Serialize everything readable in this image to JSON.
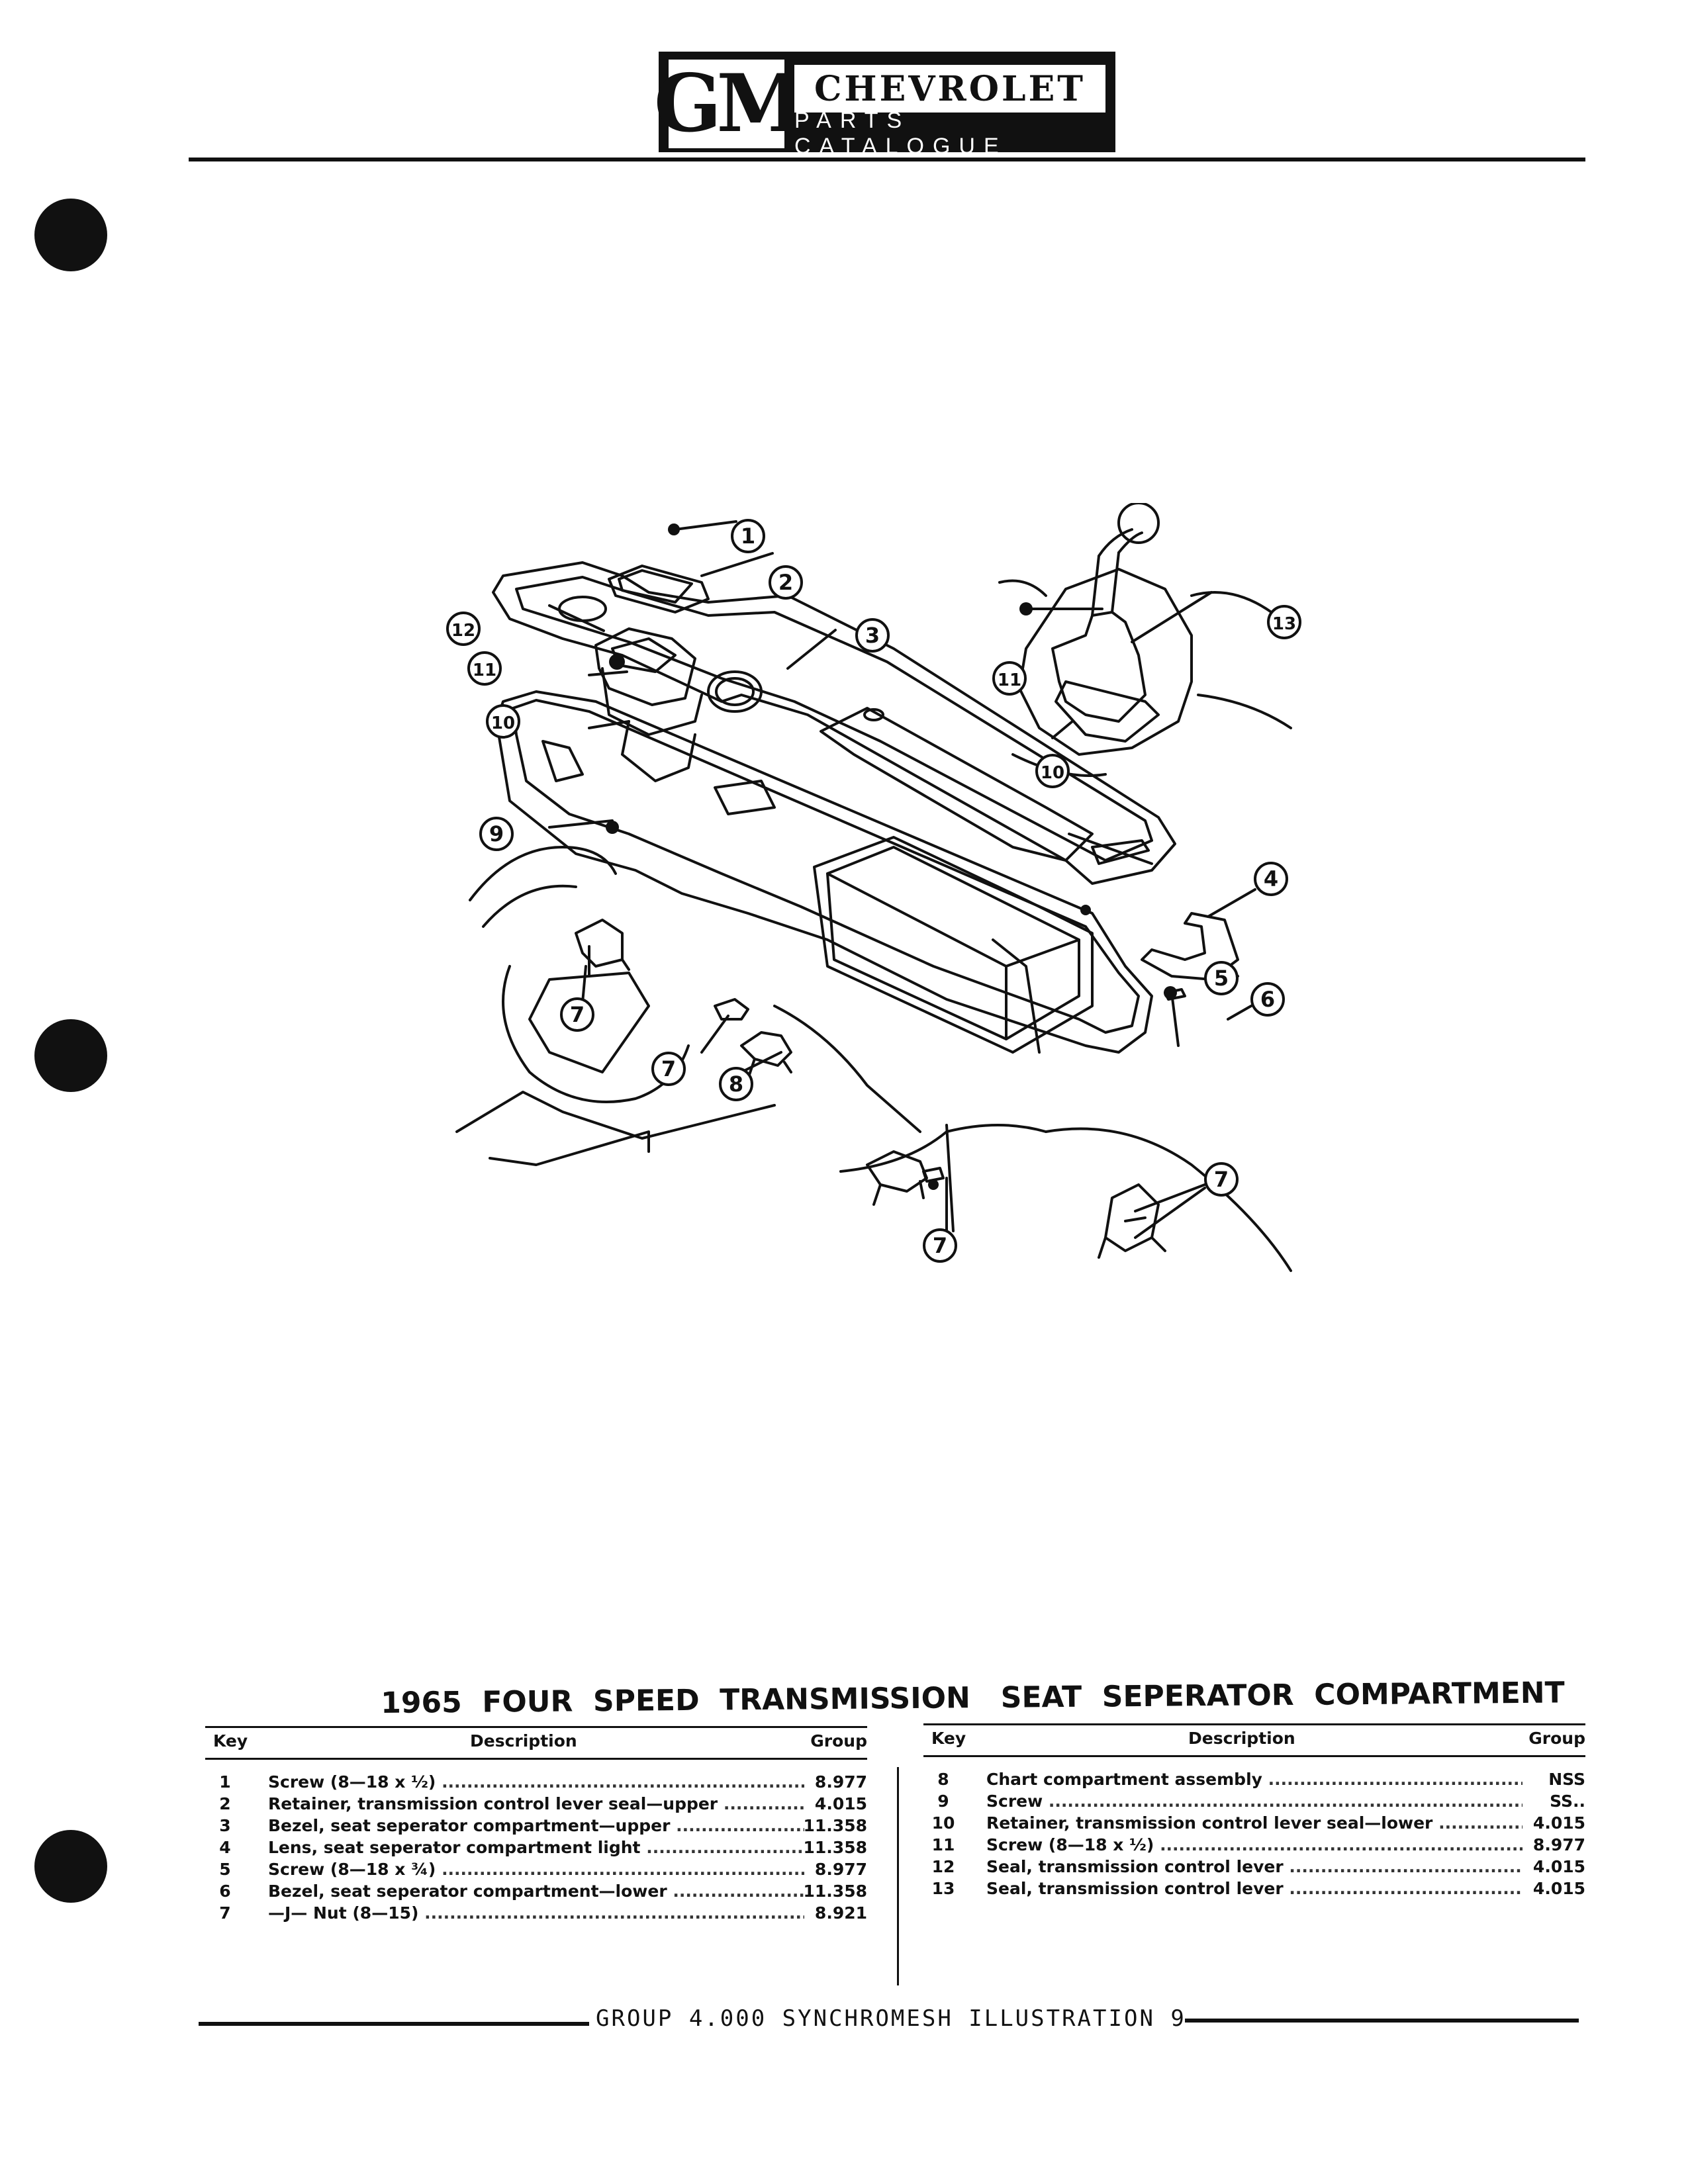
{
  "header": {
    "logo_text": "GM",
    "brand": "CHEVROLET",
    "subtitle": "PARTS CATALOGUE"
  },
  "callouts": [
    "1",
    "2",
    "3",
    "11",
    "13",
    "12",
    "11",
    "10",
    "10",
    "9",
    "4",
    "5",
    "6",
    "7",
    "7",
    "8",
    "7",
    "7"
  ],
  "title": "1965  FOUR  SPEED  TRANSMISSION   SEAT  SEPERATOR  COMPARTMENT",
  "table_left": {
    "headers": {
      "key": "Key",
      "description": "Description",
      "group": "Group"
    },
    "rows": [
      {
        "key": "1",
        "description": "Screw  (8—18  x  ½)",
        "group": "8.977"
      },
      {
        "key": "2",
        "description": "Retainer,  transmission  control  lever  seal—upper",
        "group": "4.015"
      },
      {
        "key": "3",
        "description": "Bezel,  seat  seperator  compartment—upper",
        "group": "11.358"
      },
      {
        "key": "4",
        "description": "Lens,  seat  seperator  compartment  light",
        "group": "11.358"
      },
      {
        "key": "5",
        "description": "Screw  (8—18  x  ¾)",
        "group": "8.977"
      },
      {
        "key": "6",
        "description": "Bezel,  seat  seperator  compartment—lower",
        "group": "11.358"
      },
      {
        "key": "7",
        "description": "—J—  Nut  (8—15)",
        "group": "8.921"
      }
    ]
  },
  "table_right": {
    "headers": {
      "key": "Key",
      "description": "Description",
      "group": "Group"
    },
    "rows": [
      {
        "key": "8",
        "description": "Chart  compartment  assembly",
        "group": "NSS"
      },
      {
        "key": "9",
        "description": "Screw",
        "group": "SS.."
      },
      {
        "key": "10",
        "description": "Retainer,  transmission  control  lever  seal—lower",
        "group": "4.015"
      },
      {
        "key": "11",
        "description": "Screw  (8—18  x  ½)",
        "group": "8.977"
      },
      {
        "key": "12",
        "description": "Seal,  transmission  control  lever",
        "group": "4.015"
      },
      {
        "key": "13",
        "description": "Seal,  transmission  control  lever",
        "group": "4.015"
      }
    ]
  },
  "footer": "GROUP 4.000 SYNCHROMESH ILLUSTRATION 9"
}
